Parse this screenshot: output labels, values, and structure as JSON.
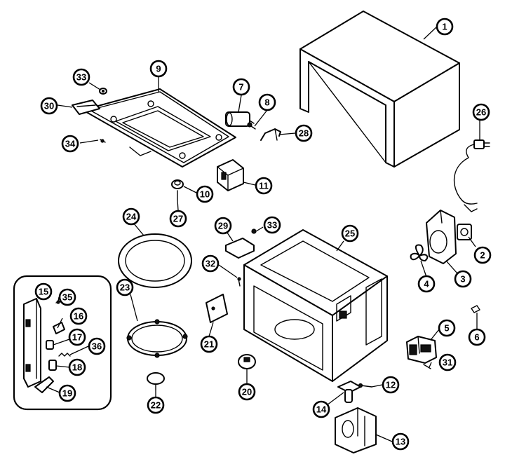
{
  "callouts": [
    {
      "id": "1",
      "label": "1"
    },
    {
      "id": "2",
      "label": "2"
    },
    {
      "id": "3",
      "label": "3"
    },
    {
      "id": "4",
      "label": "4"
    },
    {
      "id": "5",
      "label": "5"
    },
    {
      "id": "6",
      "label": "6"
    },
    {
      "id": "7",
      "label": "7"
    },
    {
      "id": "8",
      "label": "8"
    },
    {
      "id": "9",
      "label": "9"
    },
    {
      "id": "10",
      "label": "10"
    },
    {
      "id": "11",
      "label": "11"
    },
    {
      "id": "12",
      "label": "12"
    },
    {
      "id": "13",
      "label": "13"
    },
    {
      "id": "14",
      "label": "14"
    },
    {
      "id": "15",
      "label": "15"
    },
    {
      "id": "16",
      "label": "16"
    },
    {
      "id": "17",
      "label": "17"
    },
    {
      "id": "18",
      "label": "18"
    },
    {
      "id": "19",
      "label": "19"
    },
    {
      "id": "20",
      "label": "20"
    },
    {
      "id": "21",
      "label": "21"
    },
    {
      "id": "22",
      "label": "22"
    },
    {
      "id": "23",
      "label": "23"
    },
    {
      "id": "24",
      "label": "24"
    },
    {
      "id": "25",
      "label": "25"
    },
    {
      "id": "26",
      "label": "26"
    },
    {
      "id": "27",
      "label": "27"
    },
    {
      "id": "28",
      "label": "28"
    },
    {
      "id": "29",
      "label": "29"
    },
    {
      "id": "30",
      "label": "30"
    },
    {
      "id": "31",
      "label": "31"
    },
    {
      "id": "32",
      "label": "32"
    },
    {
      "id": "33a",
      "label": "33"
    },
    {
      "id": "33b",
      "label": "33"
    },
    {
      "id": "34",
      "label": "34"
    },
    {
      "id": "35",
      "label": "35"
    },
    {
      "id": "36",
      "label": "36"
    }
  ]
}
